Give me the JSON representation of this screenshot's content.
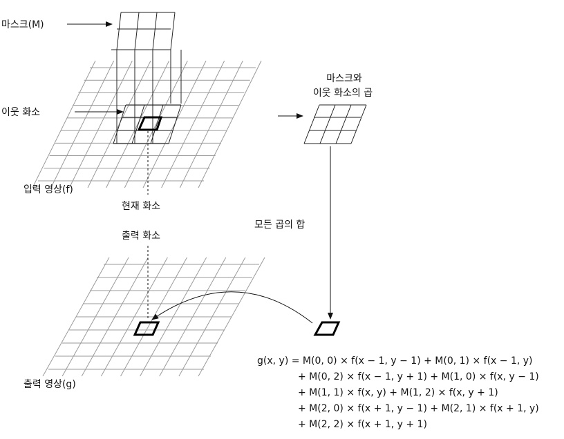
{
  "labels": {
    "mask": "마스크(M)",
    "neighbor": "이웃 화소",
    "product_line1": "마스크와",
    "product_line2": "이웃 화소의 곱",
    "input_image": "입력 영상(f)",
    "current_pixel": "현재 화소",
    "sum_of_products": "모든 곱의 합",
    "output_pixel": "출력 화소",
    "output_image": "출력 영상(g)"
  },
  "equation": {
    "lines": [
      "g(x, y) = M(0, 0) × f(x − 1, y − 1) + M(0, 1) × f(x − 1, y)",
      "+ M(0, 2) × f(x − 1, y + 1) + M(1, 0) × f(x, y − 1)",
      "+ M(1, 1) × f(x, y) + M(1, 2) × f(x, y + 1)",
      "+ M(2, 0) × f(x + 1, y − 1) + M(2, 1) × f(x + 1, y)",
      "+ M(2, 2) × f(x + 1, y + 1)"
    ]
  }
}
